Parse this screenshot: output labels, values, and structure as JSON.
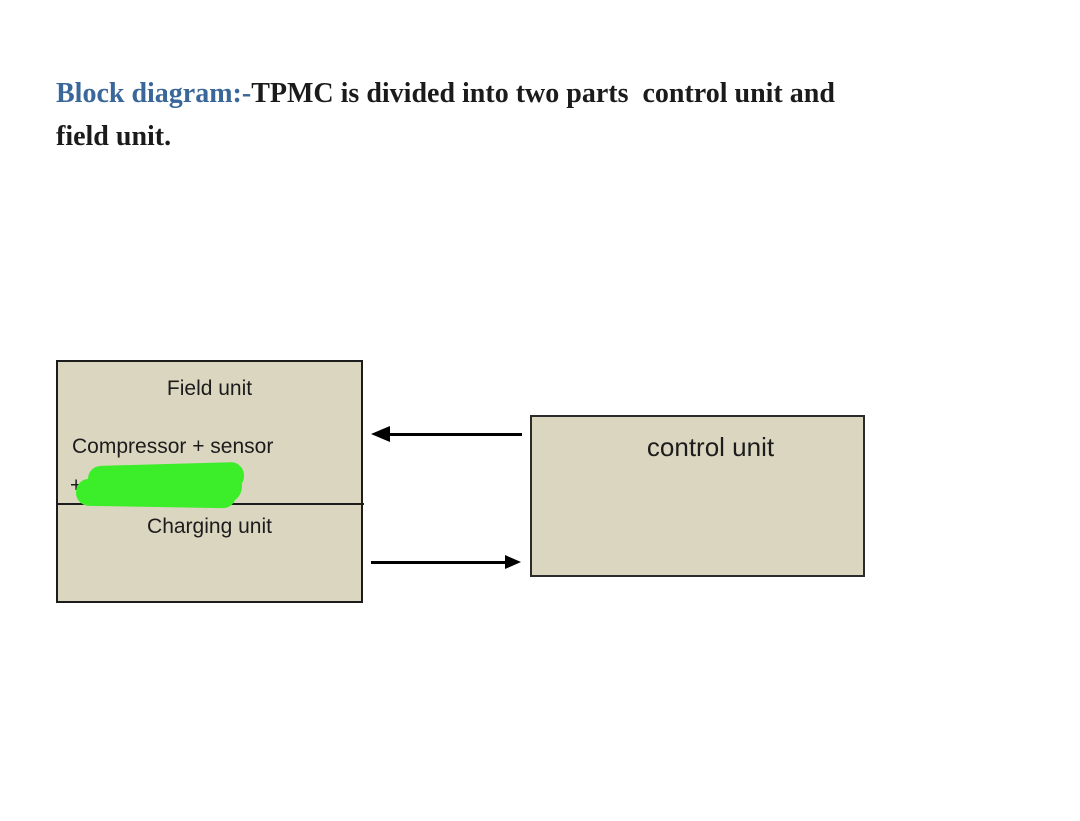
{
  "heading": {
    "label": "Block diagram:-",
    "label_color": "#3a679a",
    "text": "TPMC is divided into two parts  control unit and\nfield unit."
  },
  "diagram": {
    "box_fill_color": "#dbd6c0",
    "redaction_color": "#3ced29",
    "field_unit": {
      "title": "Field unit",
      "line1": "Compressor + sensor",
      "line2_prefix": "+"
    },
    "charging_unit": {
      "title": "Charging unit"
    },
    "control_unit": {
      "title": "control unit"
    },
    "arrows": [
      {
        "from": "control unit",
        "to": "field unit",
        "direction": "left"
      },
      {
        "from": "charging unit",
        "to": "control unit",
        "direction": "right"
      }
    ]
  }
}
